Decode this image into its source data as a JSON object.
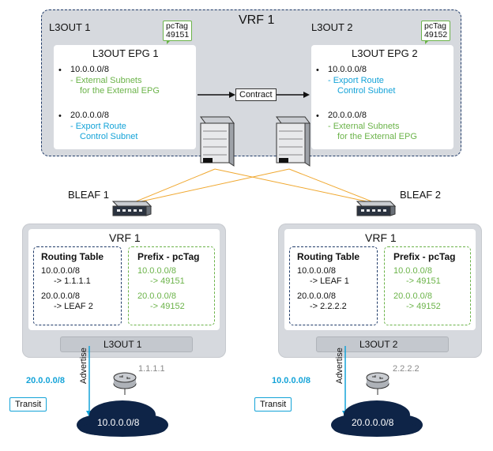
{
  "top": {
    "vrf_title": "VRF 1",
    "l3out1": {
      "title": "L3OUT 1",
      "pctag_label": "pcTag",
      "pctag_value": "49151",
      "epg_title": "L3OUT EPG 1",
      "subnet1": "10.0.0.0/8",
      "subnet1_desc1": "- External Subnets",
      "subnet1_desc2": "for the External EPG",
      "subnet2": "20.0.0.0/8",
      "subnet2_desc1": "- Export Route",
      "subnet2_desc2": "Control Subnet"
    },
    "l3out2": {
      "title": "L3OUT 2",
      "pctag_label": "pcTag",
      "pctag_value": "49152",
      "epg_title": "L3OUT EPG 2",
      "subnet1": "10.0.0.0/8",
      "subnet1_desc1": "- Export Route",
      "subnet1_desc2": "Control Subnet",
      "subnet2": "20.0.0.0/8",
      "subnet2_desc1": "- External Subnets",
      "subnet2_desc2": "for the External EPG"
    },
    "contract_label": "Contract",
    "bullet": "•"
  },
  "leaves": {
    "bleaf1": "BLEAF 1",
    "bleaf2": "BLEAF 2"
  },
  "left_leaf": {
    "vrf_title": "VRF 1",
    "routing_title": "Routing Table",
    "route1_prefix": "10.0.0.0/8",
    "route1_next": "-> 1.1.1.1",
    "route2_prefix": "20.0.0.0/8",
    "route2_next": "-> LEAF 2",
    "pctag_title": "Prefix - pcTag",
    "map1_prefix": "10.0.0.0/8",
    "map1_tag": "-> 49151",
    "map2_prefix": "20.0.0.0/8",
    "map2_tag": "-> 49152",
    "l3out": "L3OUT 1",
    "router_ip": "1.1.1.1",
    "advertise": "Advertise",
    "transit_prefix": "20.0.0.0/8",
    "transit": "Transit",
    "cloud": "10.0.0.0/8"
  },
  "right_leaf": {
    "vrf_title": "VRF 1",
    "routing_title": "Routing Table",
    "route1_prefix": "10.0.0.0/8",
    "route1_next": "-> LEAF 1",
    "route2_prefix": "20.0.0.0/8",
    "route2_next": "-> 2.2.2.2",
    "pctag_title": "Prefix - pcTag",
    "map1_prefix": "10.0.0.0/8",
    "map1_tag": "-> 49151",
    "map2_prefix": "20.0.0.0/8",
    "map2_tag": "-> 49152",
    "l3out": "L3OUT 2",
    "router_ip": "2.2.2.2",
    "advertise": "Advertise",
    "transit_prefix": "10.0.0.0/8",
    "transit": "Transit",
    "cloud": "20.0.0.0/8"
  },
  "colors": {
    "navy": "#1f3a68",
    "green": "#6bb349",
    "cyan": "#14a3d8",
    "link": "#f0a830"
  }
}
